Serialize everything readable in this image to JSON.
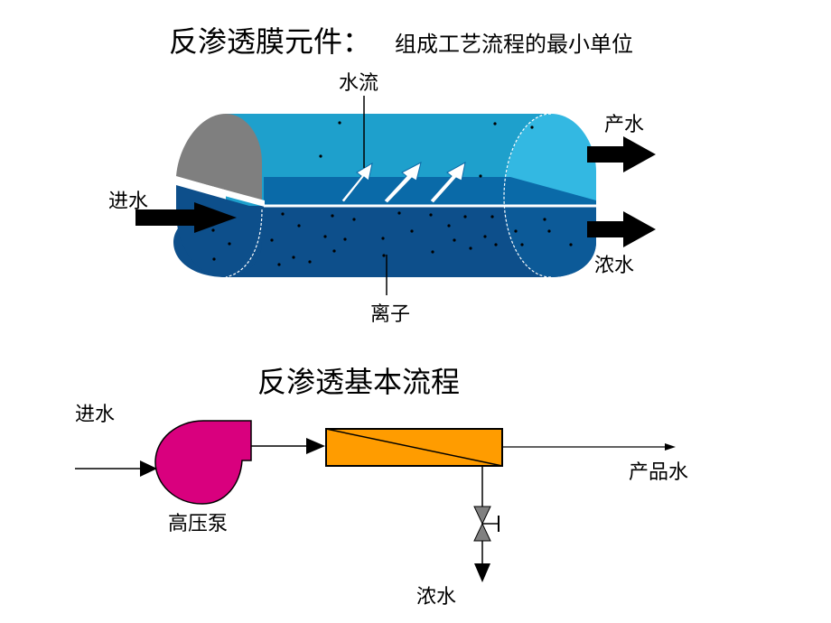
{
  "module": {
    "title": "反渗透膜元件：",
    "subtitle": "组成工艺流程的最小单位",
    "labels": {
      "water_flow": "水流",
      "product_water": "产水",
      "feed_water": "进水",
      "concentrate": "浓水",
      "ions": "离子"
    }
  },
  "process": {
    "title": "反渗透基本流程",
    "labels": {
      "feed_water": "进水",
      "product_water": "产品水",
      "pump": "高压泵",
      "concentrate": "浓水"
    }
  },
  "colors": {
    "shell_top": "#1ea0cc",
    "shell_bottom": "#0d4f8b",
    "membrane_band": "#0a6aa8",
    "end_cap": "#7f7f7f",
    "pump": "#d9007e",
    "membrane_unit": "#ff9c00",
    "arrow": "#000000"
  }
}
